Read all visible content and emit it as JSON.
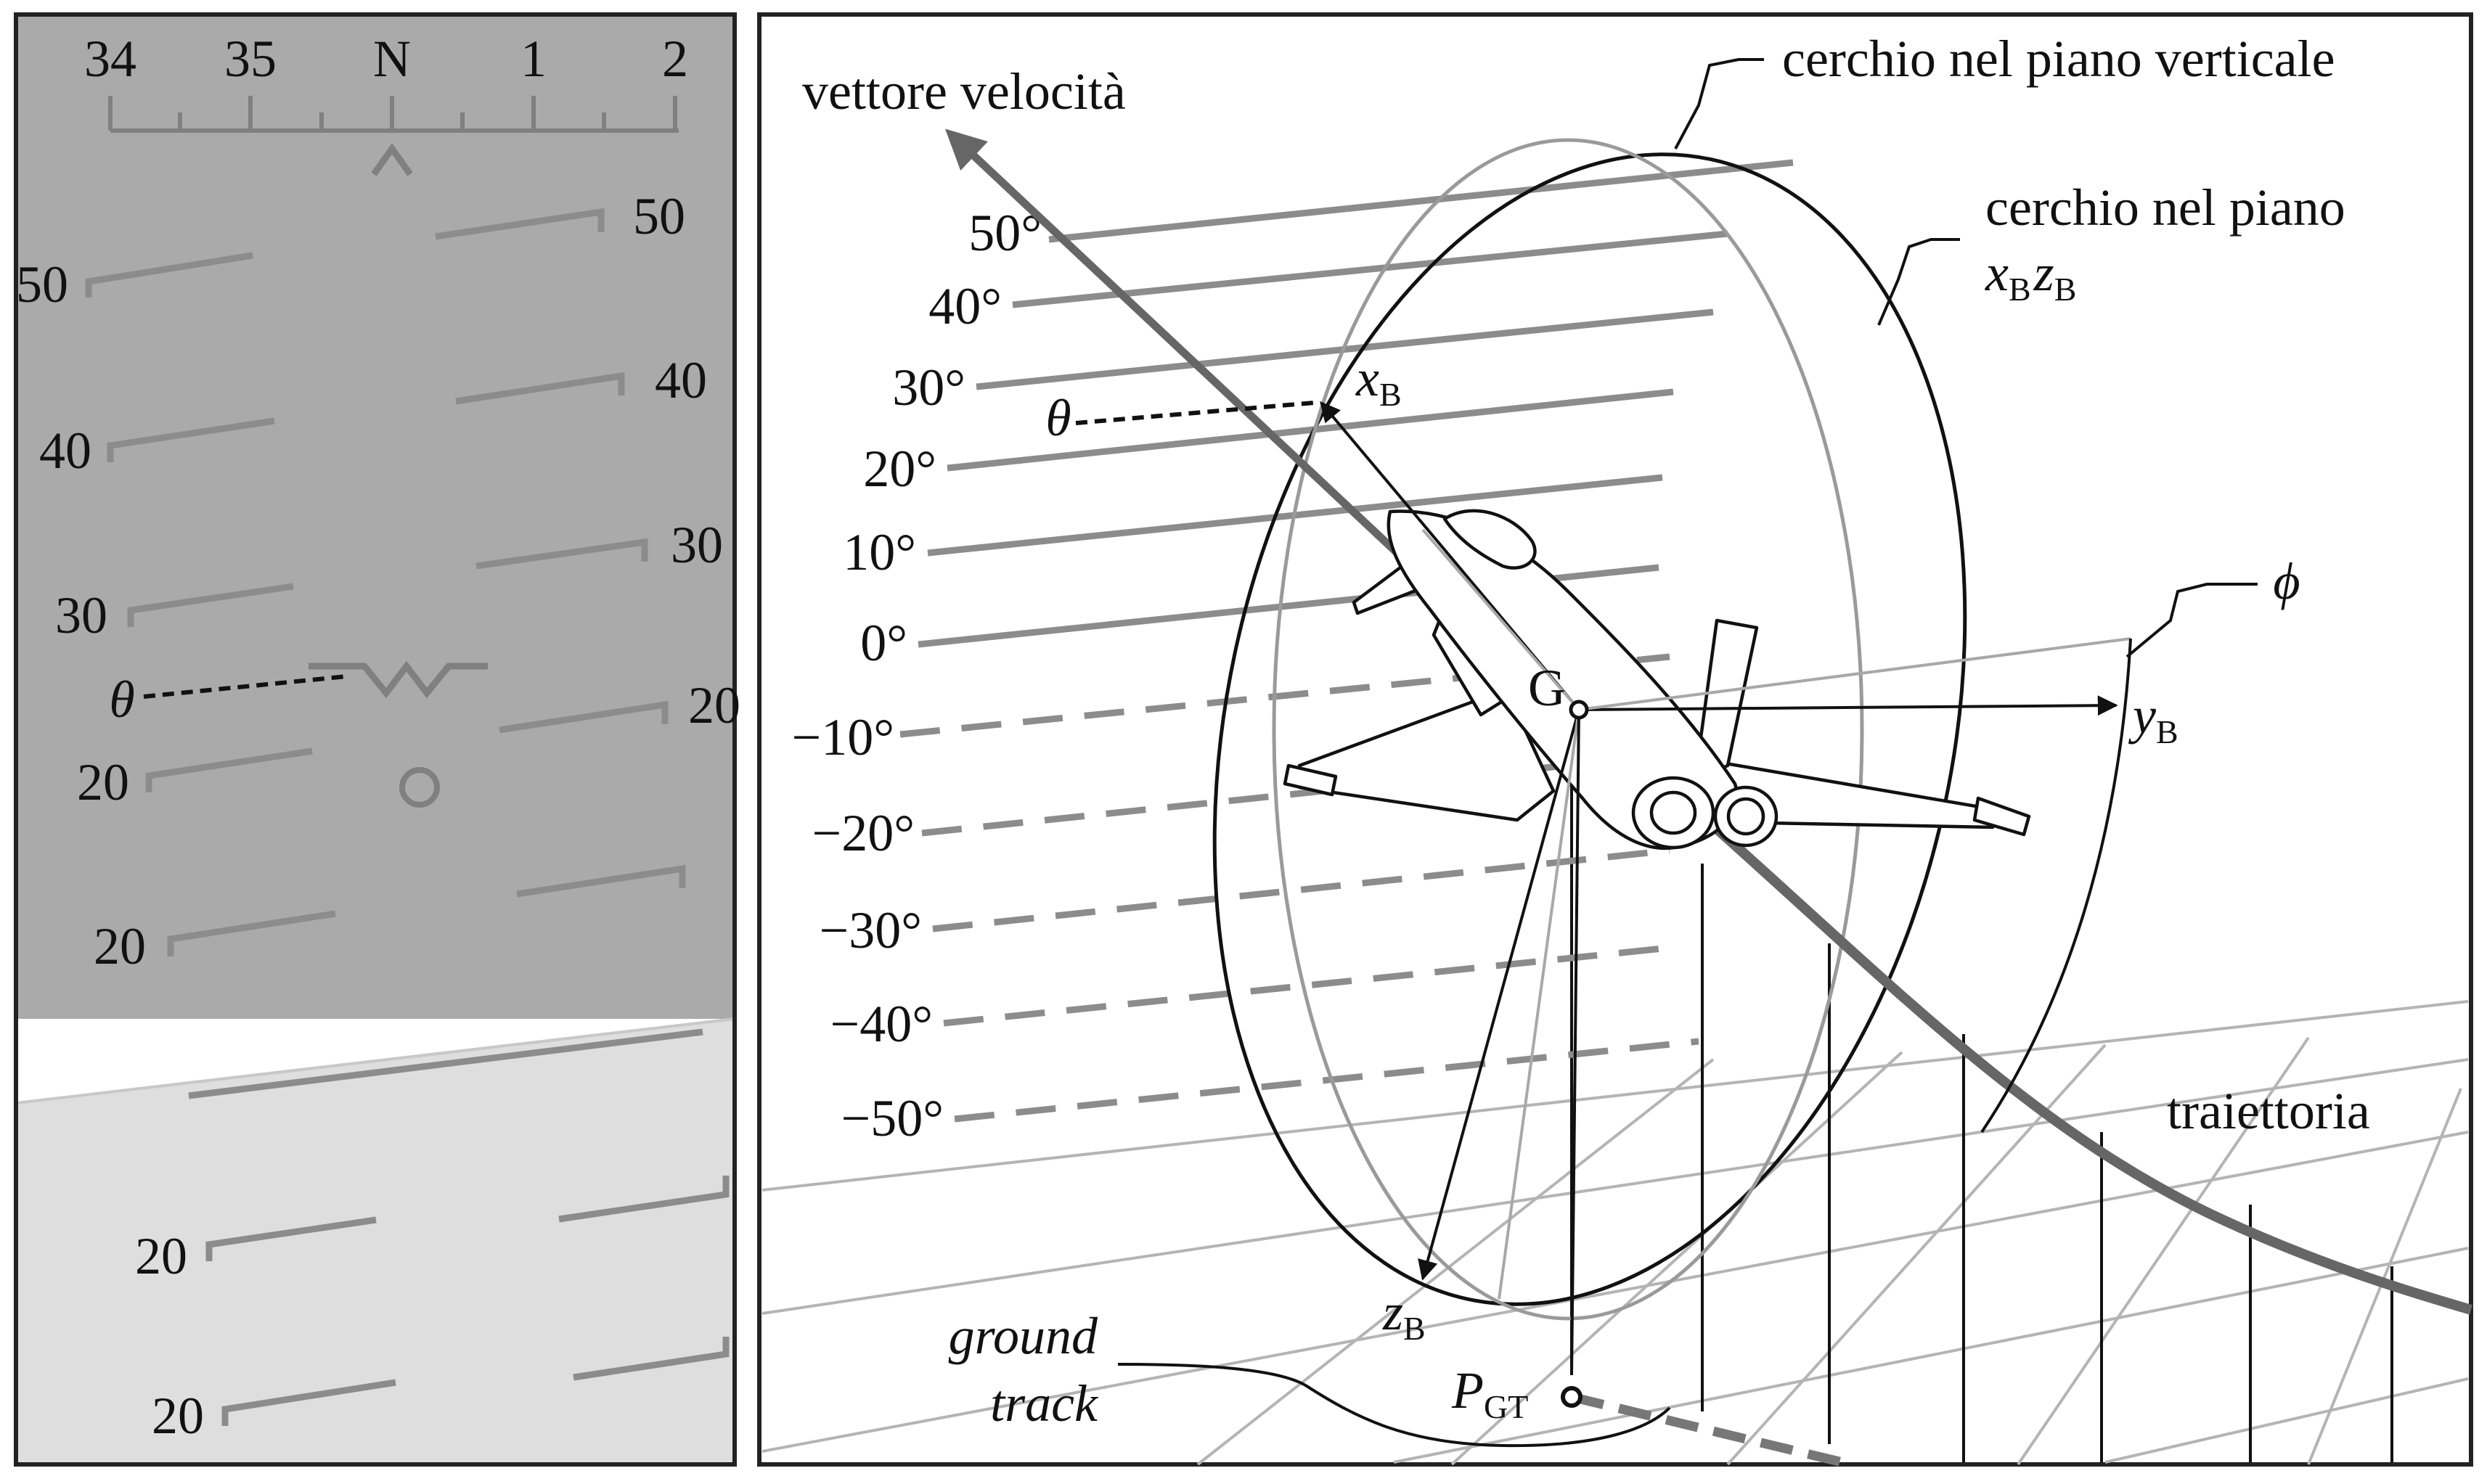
{
  "hud": {
    "heading_ticks": [
      "34",
      "35",
      "N",
      "1",
      "2"
    ],
    "pitch_left_labels": [
      "50",
      "40",
      "30",
      "20",
      "20",
      "20",
      "20"
    ],
    "pitch_right_labels": [
      "50",
      "40",
      "30",
      "20"
    ],
    "theta": "θ"
  },
  "scene": {
    "velocity_vector": "vettore velocità",
    "vertical_circle": "cerchio nel piano verticale",
    "body_circle_line1": "cerchio nel piano",
    "body_circle_x": "x",
    "body_circle_z": "z",
    "body_circle_sub": "B",
    "pitch_scale": [
      "50°",
      "40°",
      "30°",
      "20°",
      "10°",
      "0°",
      "−10°",
      "−20°",
      "−30°",
      "−40°",
      "−50°"
    ],
    "theta": "θ",
    "phi": "ϕ",
    "xB": "x",
    "yB": "y",
    "zB": "z",
    "axis_sub": "B",
    "G": "G",
    "trajectory": "traiettoria",
    "ground_track_line1": "ground",
    "ground_track_line2": "track",
    "pgt": "P",
    "pgt_sub": "GT"
  },
  "colors": {
    "hud_sky": "#aaaaaa",
    "hud_ground": "#dedede",
    "hud_symbol": "#808080",
    "pitch_line": "#8c8c8c",
    "frame": "#222222"
  }
}
